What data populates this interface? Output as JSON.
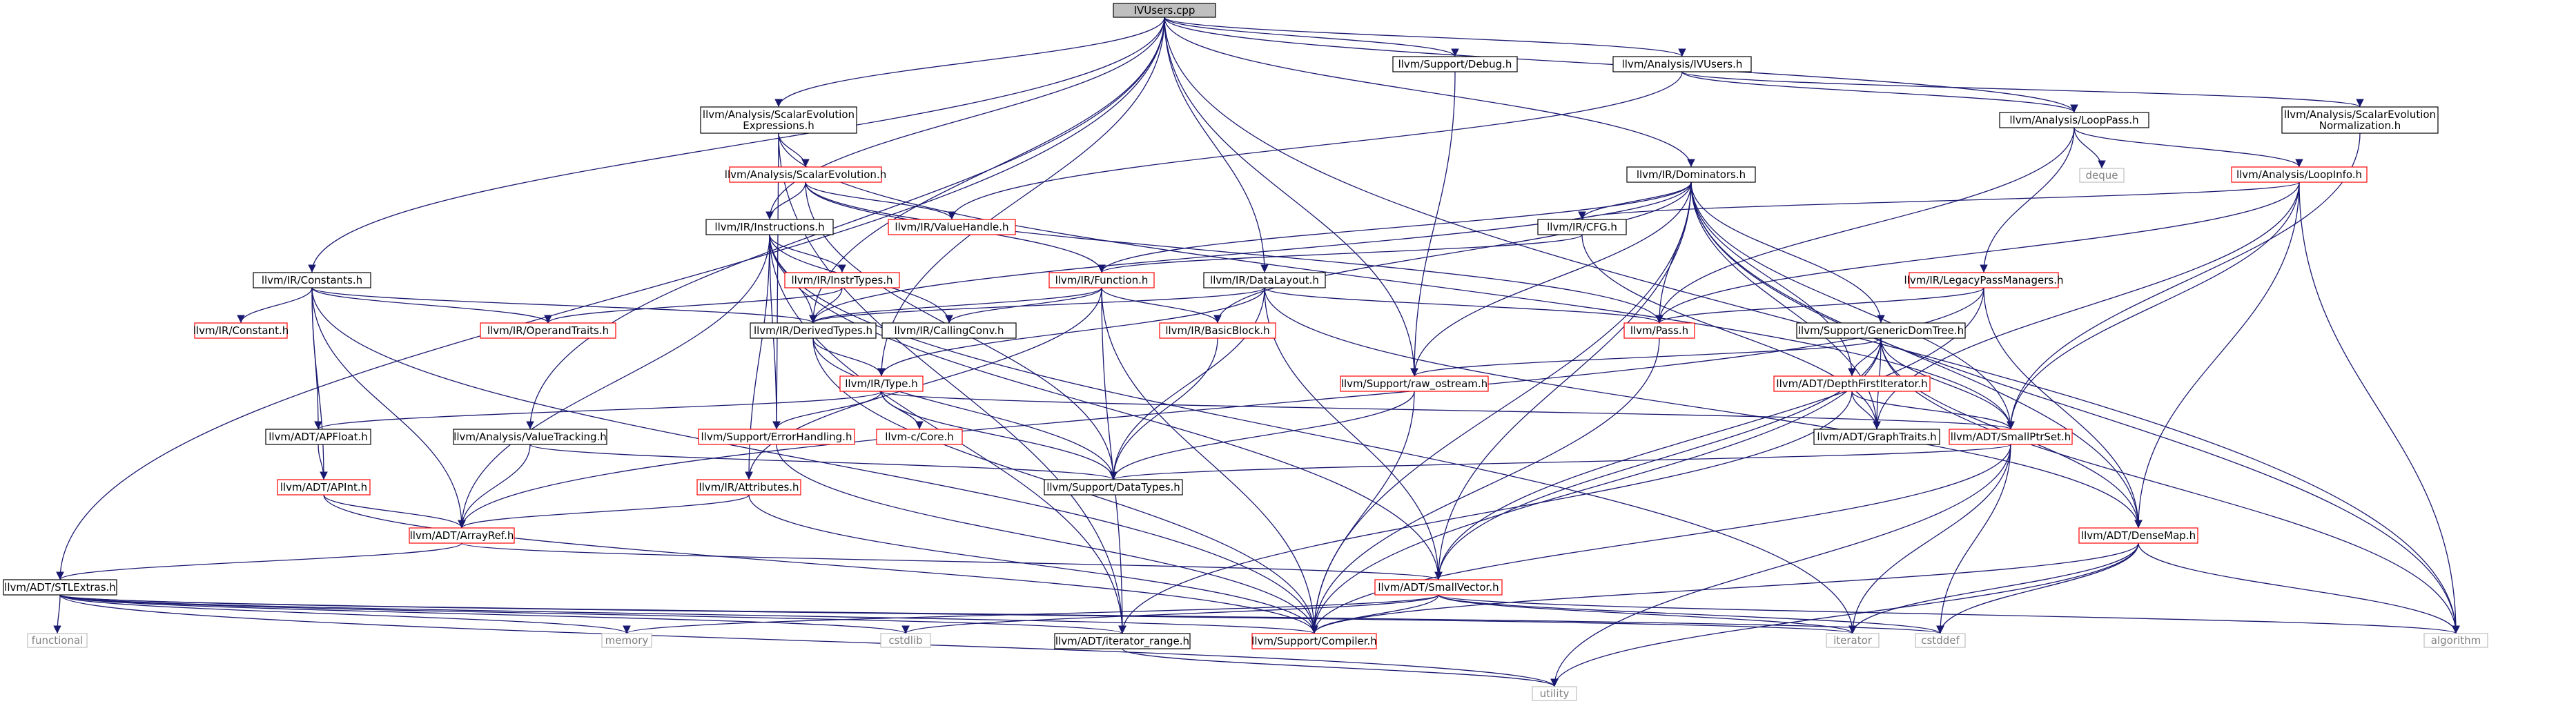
{
  "graph": {
    "title": "IVUsers.cpp",
    "colors": {
      "edge": "#191970",
      "root_fill": "#bfbfbf",
      "normal_border": "#000000",
      "missing_border": "#ff0000",
      "external_border": "#bfbfbf",
      "text": "#000000",
      "external_text": "#808080"
    },
    "nodes": [
      {
        "id": "root",
        "lines": [
          "IVUsers.cpp"
        ],
        "kind": "root"
      },
      {
        "id": "debug",
        "lines": [
          "llvm/Support/Debug.h"
        ],
        "kind": "normal"
      },
      {
        "id": "ivusers",
        "lines": [
          "llvm/Analysis/IVUsers.h"
        ],
        "kind": "normal"
      },
      {
        "id": "see",
        "lines": [
          "llvm/Analysis/ScalarEvolution",
          "Expressions.h"
        ],
        "kind": "normal"
      },
      {
        "id": "looppass",
        "lines": [
          "llvm/Analysis/LoopPass.h"
        ],
        "kind": "normal"
      },
      {
        "id": "sen",
        "lines": [
          "llvm/Analysis/ScalarEvolution",
          "Normalization.h"
        ],
        "kind": "normal"
      },
      {
        "id": "se",
        "lines": [
          "llvm/Analysis/ScalarEvolution.h"
        ],
        "kind": "missing"
      },
      {
        "id": "deque",
        "lines": [
          "deque"
        ],
        "kind": "external"
      },
      {
        "id": "loopinfo",
        "lines": [
          "llvm/Analysis/LoopInfo.h"
        ],
        "kind": "missing"
      },
      {
        "id": "dominators",
        "lines": [
          "llvm/IR/Dominators.h"
        ],
        "kind": "normal"
      },
      {
        "id": "valuehandle",
        "lines": [
          "llvm/IR/ValueHandle.h"
        ],
        "kind": "missing"
      },
      {
        "id": "instructions",
        "lines": [
          "llvm/IR/Instructions.h"
        ],
        "kind": "normal"
      },
      {
        "id": "cfg",
        "lines": [
          "llvm/IR/CFG.h"
        ],
        "kind": "normal"
      },
      {
        "id": "constants",
        "lines": [
          "llvm/IR/Constants.h"
        ],
        "kind": "normal"
      },
      {
        "id": "instrtypes",
        "lines": [
          "llvm/IR/InstrTypes.h"
        ],
        "kind": "missing"
      },
      {
        "id": "function",
        "lines": [
          "llvm/IR/Function.h"
        ],
        "kind": "missing"
      },
      {
        "id": "datalayout",
        "lines": [
          "llvm/IR/DataLayout.h"
        ],
        "kind": "normal"
      },
      {
        "id": "lpm",
        "lines": [
          "llvm/IR/LegacyPassManagers.h"
        ],
        "kind": "missing"
      },
      {
        "id": "constant",
        "lines": [
          "llvm/IR/Constant.h"
        ],
        "kind": "missing"
      },
      {
        "id": "operandtraits",
        "lines": [
          "llvm/IR/OperandTraits.h"
        ],
        "kind": "missing"
      },
      {
        "id": "derivedtypes",
        "lines": [
          "llvm/IR/DerivedTypes.h"
        ],
        "kind": "normal"
      },
      {
        "id": "callingconv",
        "lines": [
          "llvm/IR/CallingConv.h"
        ],
        "kind": "normal"
      },
      {
        "id": "basicblock",
        "lines": [
          "llvm/IR/BasicBlock.h"
        ],
        "kind": "missing"
      },
      {
        "id": "pass",
        "lines": [
          "llvm/Pass.h"
        ],
        "kind": "missing"
      },
      {
        "id": "gdt",
        "lines": [
          "llvm/Support/GenericDomTree.h"
        ],
        "kind": "normal"
      },
      {
        "id": "type",
        "lines": [
          "llvm/IR/Type.h"
        ],
        "kind": "missing"
      },
      {
        "id": "rawostream",
        "lines": [
          "llvm/Support/raw_ostream.h"
        ],
        "kind": "missing"
      },
      {
        "id": "dfi",
        "lines": [
          "llvm/ADT/DepthFirstIterator.h"
        ],
        "kind": "missing"
      },
      {
        "id": "apfloat",
        "lines": [
          "llvm/ADT/APFloat.h"
        ],
        "kind": "normal"
      },
      {
        "id": "valuetracking",
        "lines": [
          "llvm/Analysis/ValueTracking.h"
        ],
        "kind": "normal"
      },
      {
        "id": "errorhandling",
        "lines": [
          "llvm/Support/ErrorHandling.h"
        ],
        "kind": "missing"
      },
      {
        "id": "llvmccore",
        "lines": [
          "llvm-c/Core.h"
        ],
        "kind": "missing"
      },
      {
        "id": "graphtraits",
        "lines": [
          "llvm/ADT/GraphTraits.h"
        ],
        "kind": "normal"
      },
      {
        "id": "smallptrset",
        "lines": [
          "llvm/ADT/SmallPtrSet.h"
        ],
        "kind": "missing"
      },
      {
        "id": "datatypes",
        "lines": [
          "llvm/Support/DataTypes.h"
        ],
        "kind": "normal"
      },
      {
        "id": "apint",
        "lines": [
          "llvm/ADT/APInt.h"
        ],
        "kind": "missing"
      },
      {
        "id": "attributes",
        "lines": [
          "llvm/IR/Attributes.h"
        ],
        "kind": "missing"
      },
      {
        "id": "arrayref",
        "lines": [
          "llvm/ADT/ArrayRef.h"
        ],
        "kind": "missing"
      },
      {
        "id": "densemap",
        "lines": [
          "llvm/ADT/DenseMap.h"
        ],
        "kind": "missing"
      },
      {
        "id": "stlextras",
        "lines": [
          "llvm/ADT/STLExtras.h"
        ],
        "kind": "normal"
      },
      {
        "id": "smallvector",
        "lines": [
          "llvm/ADT/SmallVector.h"
        ],
        "kind": "missing"
      },
      {
        "id": "functional",
        "lines": [
          "functional"
        ],
        "kind": "external"
      },
      {
        "id": "memory",
        "lines": [
          "memory"
        ],
        "kind": "external"
      },
      {
        "id": "cstdlib",
        "lines": [
          "cstdlib"
        ],
        "kind": "external"
      },
      {
        "id": "iteratorrange",
        "lines": [
          "llvm/ADT/iterator_range.h"
        ],
        "kind": "normal"
      },
      {
        "id": "compiler",
        "lines": [
          "llvm/Support/Compiler.h"
        ],
        "kind": "missing"
      },
      {
        "id": "iterator",
        "lines": [
          "iterator"
        ],
        "kind": "external"
      },
      {
        "id": "cstddef",
        "lines": [
          "cstddef"
        ],
        "kind": "external"
      },
      {
        "id": "algorithm",
        "lines": [
          "algorithm"
        ],
        "kind": "external"
      },
      {
        "id": "utility",
        "lines": [
          "utility"
        ],
        "kind": "external"
      }
    ],
    "edges": [
      [
        "root",
        "debug"
      ],
      [
        "root",
        "ivusers"
      ],
      [
        "root",
        "see"
      ],
      [
        "root",
        "looppass"
      ],
      [
        "root",
        "dominators"
      ],
      [
        "root",
        "instructions"
      ],
      [
        "root",
        "constants"
      ],
      [
        "root",
        "datalayout"
      ],
      [
        "root",
        "derivedtypes"
      ],
      [
        "root",
        "type"
      ],
      [
        "root",
        "rawostream"
      ],
      [
        "root",
        "valuetracking"
      ],
      [
        "root",
        "stlextras"
      ],
      [
        "root",
        "algorithm"
      ],
      [
        "debug",
        "rawostream"
      ],
      [
        "ivusers",
        "looppass"
      ],
      [
        "ivusers",
        "sen"
      ],
      [
        "ivusers",
        "valuehandle"
      ],
      [
        "see",
        "se"
      ],
      [
        "see",
        "errorhandling"
      ],
      [
        "see",
        "iteratorrange"
      ],
      [
        "see",
        "smallptrset"
      ],
      [
        "looppass",
        "deque"
      ],
      [
        "looppass",
        "loopinfo"
      ],
      [
        "looppass",
        "lpm"
      ],
      [
        "looppass",
        "pass"
      ],
      [
        "sen",
        "smallptrset"
      ],
      [
        "se",
        "instructions"
      ],
      [
        "se",
        "function"
      ],
      [
        "se",
        "valuehandle"
      ],
      [
        "se",
        "pass"
      ],
      [
        "se",
        "datatypes"
      ],
      [
        "loopinfo",
        "cfg"
      ],
      [
        "loopinfo",
        "pass"
      ],
      [
        "loopinfo",
        "densemap"
      ],
      [
        "loopinfo",
        "smallptrset"
      ],
      [
        "loopinfo",
        "graphtraits"
      ],
      [
        "loopinfo",
        "algorithm"
      ],
      [
        "dominators",
        "cfg"
      ],
      [
        "dominators",
        "function"
      ],
      [
        "dominators",
        "basicblock"
      ],
      [
        "dominators",
        "pass"
      ],
      [
        "dominators",
        "gdt"
      ],
      [
        "dominators",
        "dfi"
      ],
      [
        "dominators",
        "graphtraits"
      ],
      [
        "dominators",
        "smallptrset"
      ],
      [
        "dominators",
        "densemap"
      ],
      [
        "dominators",
        "smallvector"
      ],
      [
        "dominators",
        "rawostream"
      ],
      [
        "dominators",
        "derivedtypes"
      ],
      [
        "dominators",
        "compiler"
      ],
      [
        "dominators",
        "algorithm"
      ],
      [
        "instructions",
        "instrtypes"
      ],
      [
        "instructions",
        "derivedtypes"
      ],
      [
        "instructions",
        "callingconv"
      ],
      [
        "instructions",
        "attributes"
      ],
      [
        "instructions",
        "errorhandling"
      ],
      [
        "instructions",
        "arrayref"
      ],
      [
        "instructions",
        "smallvector"
      ],
      [
        "instructions",
        "iterator"
      ],
      [
        "instructions",
        "iteratorrange"
      ],
      [
        "cfg",
        "function"
      ],
      [
        "cfg",
        "graphtraits"
      ],
      [
        "constants",
        "constant"
      ],
      [
        "constants",
        "operandtraits"
      ],
      [
        "constants",
        "derivedtypes"
      ],
      [
        "constants",
        "apfloat"
      ],
      [
        "constants",
        "apint"
      ],
      [
        "constants",
        "arrayref"
      ],
      [
        "constants",
        "compiler"
      ],
      [
        "instrtypes",
        "operandtraits"
      ],
      [
        "instrtypes",
        "derivedtypes"
      ],
      [
        "function",
        "derivedtypes"
      ],
      [
        "function",
        "callingconv"
      ],
      [
        "function",
        "basicblock"
      ],
      [
        "function",
        "attributes"
      ],
      [
        "function",
        "compiler"
      ],
      [
        "function",
        "iteratorrange"
      ],
      [
        "datalayout",
        "derivedtypes"
      ],
      [
        "datalayout",
        "type"
      ],
      [
        "datalayout",
        "pass"
      ],
      [
        "datalayout",
        "datatypes"
      ],
      [
        "datalayout",
        "smallvector"
      ],
      [
        "datalayout",
        "densemap"
      ],
      [
        "lpm",
        "pass"
      ],
      [
        "lpm",
        "arrayref"
      ],
      [
        "lpm",
        "smallvector"
      ],
      [
        "lpm",
        "densemap"
      ],
      [
        "derivedtypes",
        "type"
      ],
      [
        "derivedtypes",
        "datatypes"
      ],
      [
        "derivedtypes",
        "compiler"
      ],
      [
        "basicblock",
        "datatypes"
      ],
      [
        "pass",
        "compiler"
      ],
      [
        "gdt",
        "dfi"
      ],
      [
        "gdt",
        "graphtraits"
      ],
      [
        "gdt",
        "smallptrset"
      ],
      [
        "gdt",
        "smallvector"
      ],
      [
        "gdt",
        "densemap"
      ],
      [
        "gdt",
        "rawostream"
      ],
      [
        "gdt",
        "compiler"
      ],
      [
        "gdt",
        "algorithm"
      ],
      [
        "type",
        "apfloat"
      ],
      [
        "type",
        "errorhandling"
      ],
      [
        "type",
        "llvmccore"
      ],
      [
        "type",
        "datatypes"
      ],
      [
        "type",
        "smallptrset"
      ],
      [
        "rawostream",
        "datatypes"
      ],
      [
        "rawostream",
        "compiler"
      ],
      [
        "dfi",
        "graphtraits"
      ],
      [
        "dfi",
        "smallptrset"
      ],
      [
        "dfi",
        "iteratorrange"
      ],
      [
        "apfloat",
        "apint"
      ],
      [
        "valuetracking",
        "arrayref"
      ],
      [
        "valuetracking",
        "datatypes"
      ],
      [
        "errorhandling",
        "compiler"
      ],
      [
        "smallptrset",
        "datatypes"
      ],
      [
        "smallptrset",
        "compiler"
      ],
      [
        "smallptrset",
        "cstddef"
      ],
      [
        "smallptrset",
        "iterator"
      ],
      [
        "smallptrset",
        "utility"
      ],
      [
        "apint",
        "arrayref"
      ],
      [
        "apint",
        "compiler"
      ],
      [
        "attributes",
        "arrayref"
      ],
      [
        "attributes",
        "compiler"
      ],
      [
        "arrayref",
        "stlextras"
      ],
      [
        "arrayref",
        "smallvector"
      ],
      [
        "densemap",
        "compiler"
      ],
      [
        "densemap",
        "algorithm"
      ],
      [
        "densemap",
        "iterator"
      ],
      [
        "densemap",
        "cstddef"
      ],
      [
        "densemap",
        "utility"
      ],
      [
        "stlextras",
        "functional"
      ],
      [
        "stlextras",
        "memory"
      ],
      [
        "stlextras",
        "cstdlib"
      ],
      [
        "stlextras",
        "iteratorrange"
      ],
      [
        "stlextras",
        "compiler"
      ],
      [
        "stlextras",
        "iterator"
      ],
      [
        "stlextras",
        "cstddef"
      ],
      [
        "stlextras",
        "utility"
      ],
      [
        "smallvector",
        "compiler"
      ],
      [
        "smallvector",
        "algorithm"
      ],
      [
        "smallvector",
        "memory"
      ],
      [
        "smallvector",
        "cstdlib"
      ],
      [
        "smallvector",
        "cstddef"
      ],
      [
        "smallvector",
        "iterator"
      ],
      [
        "iteratorrange",
        "utility"
      ]
    ]
  }
}
